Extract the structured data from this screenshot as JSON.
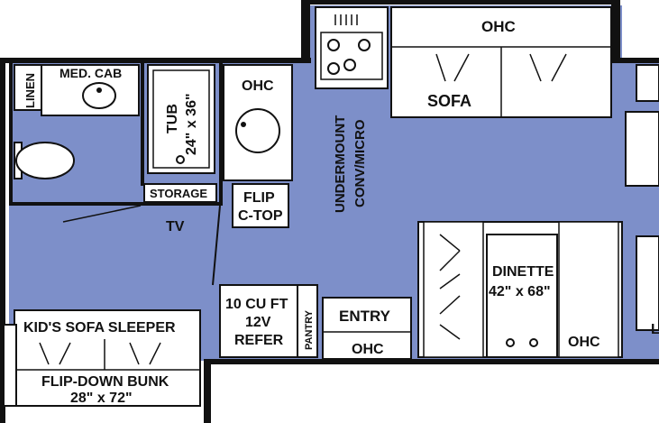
{
  "labels": {
    "med_cab": "MED. CAB",
    "linen": "LINEN",
    "tub": "TUB",
    "tub_size": "24\" x 36\"",
    "ohc_galley": "OHC",
    "ohc_front": "OHC",
    "sofa": "SOFA",
    "storage": "STORAGE",
    "tv": "TV",
    "flip": "FLIP",
    "c_top": "C-TOP",
    "undermount": "UNDERMOUNT",
    "conv_micro": "CONV/MICRO",
    "dinette": "DINETTE",
    "dinette_size": "42\" x 68\"",
    "ohc_dinette": "OHC",
    "refer_1": "10 CU FT",
    "refer_2": "12V",
    "refer_3": "REFER",
    "pantry": "PANTRY",
    "entry": "ENTRY",
    "ohc_entry": "OHC",
    "kids_sofa_sleeper": "KID'S SOFA SLEEPER",
    "flip_down_bunk": "FLIP-DOWN BUNK",
    "bunk_size": "28\" x 72\"",
    "partial_letter": "L"
  },
  "colors": {
    "floor": "#7d8fc9",
    "wall": "#111111",
    "fixture": "#ffffff"
  }
}
